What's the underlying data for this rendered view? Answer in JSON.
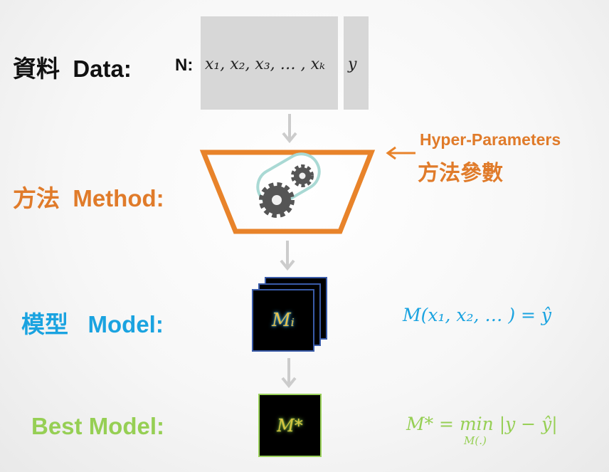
{
  "rows": {
    "data": {
      "cjk": "資料",
      "label": "Data:"
    },
    "method": {
      "cjk": "方法",
      "label": "Method:"
    },
    "model": {
      "cjk": "模型",
      "label": "Model:"
    },
    "best": {
      "label": "Best Model:"
    }
  },
  "data_table": {
    "n_label": "N:",
    "features": "x₁, x₂, x₃, … , xₖ",
    "target": "y"
  },
  "hyper_parameters": {
    "label": "Hyper-Parameters",
    "cjk": "方法參數"
  },
  "model_symbol": "Mᵢ",
  "best_symbol": "M*",
  "formulas": {
    "model": "M(x₁, x₂, … ) = ŷ",
    "best_main": "M* = min |y − ŷ|",
    "best_sub": "M(.)"
  },
  "colors": {
    "data": "#111111",
    "method": "#e07b2a",
    "model": "#1aa3e0",
    "best": "#96cf54",
    "arrow": "#cccccc",
    "funnel_stroke": "#e8832a",
    "gear": "#555555"
  },
  "icons": [
    "arrow-down-icon",
    "arrow-left-icon",
    "gears-icon"
  ]
}
